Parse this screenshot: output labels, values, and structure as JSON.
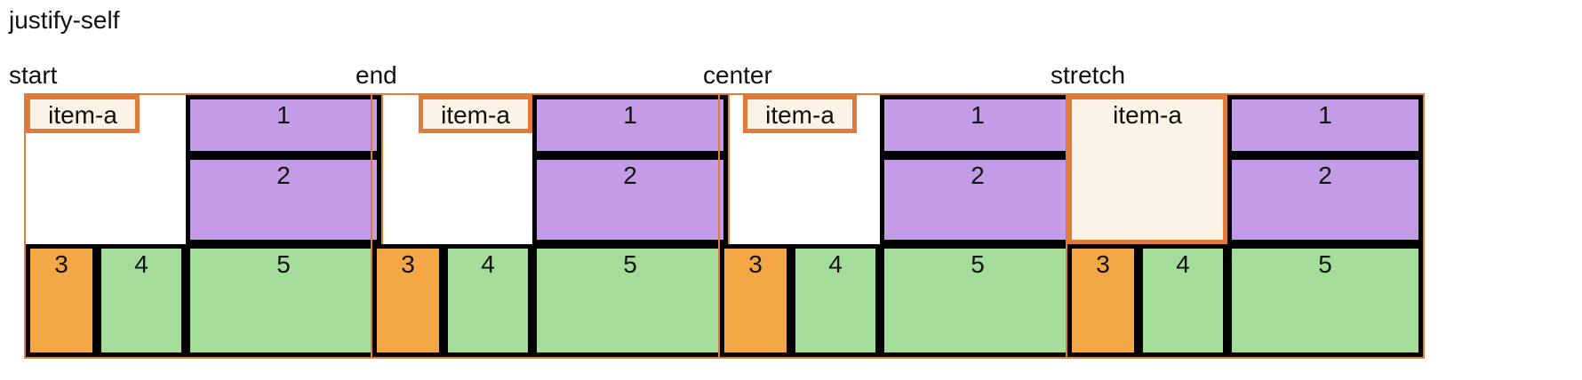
{
  "title": "justify-self",
  "panels": [
    {
      "label": "start",
      "item_a": "item-a",
      "cells": [
        "1",
        "2",
        "3",
        "4",
        "5"
      ]
    },
    {
      "label": "end",
      "item_a": "item-a",
      "cells": [
        "1",
        "2",
        "3",
        "4",
        "5"
      ]
    },
    {
      "label": "center",
      "item_a": "item-a",
      "cells": [
        "1",
        "2",
        "3",
        "4",
        "5"
      ]
    },
    {
      "label": "stretch",
      "item_a": "item-a",
      "cells": [
        "1",
        "2",
        "3",
        "4",
        "5"
      ]
    }
  ],
  "colors": {
    "container_border": "#e07b39",
    "item_a_fill": "#fcf2e5",
    "purple": "#c39be6",
    "orange": "#f4a745",
    "green": "#a4dd99"
  }
}
